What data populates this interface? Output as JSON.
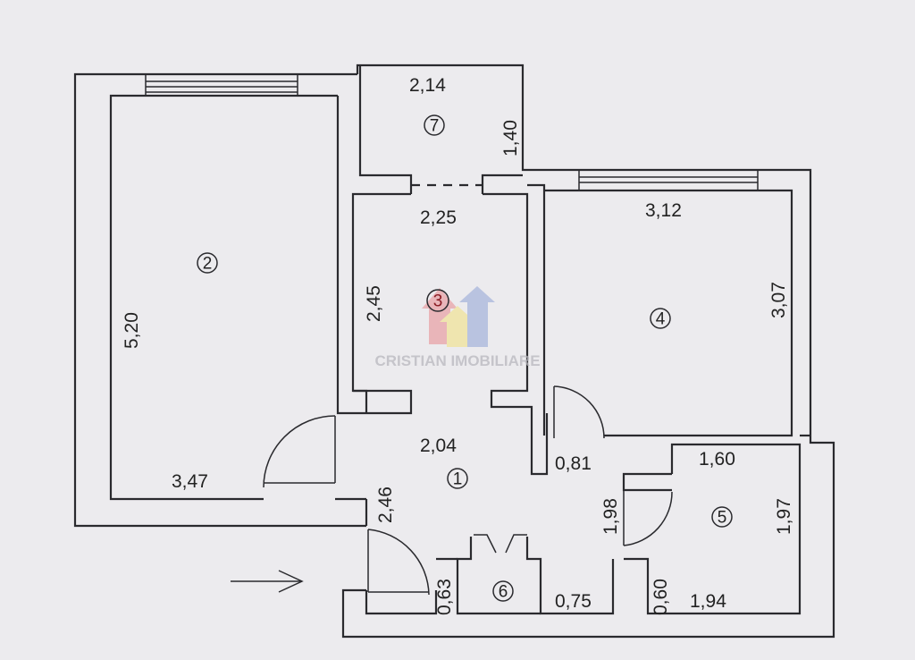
{
  "plan": {
    "rooms": [
      {
        "number": "1",
        "dims": [
          "2,04",
          "2,46"
        ]
      },
      {
        "number": "2",
        "dims": [
          "5,20",
          "3,47"
        ]
      },
      {
        "number": "3",
        "dims": [
          "2,25",
          "2,45"
        ]
      },
      {
        "number": "4",
        "dims": [
          "3,12",
          "3,07"
        ]
      },
      {
        "number": "5",
        "dims": [
          "1,60",
          "1,97",
          "1,94",
          "0,60"
        ]
      },
      {
        "number": "6",
        "dims": [
          "0,63",
          "0,75"
        ]
      },
      {
        "number": "7",
        "dims": [
          "2,14",
          "1,40"
        ]
      }
    ],
    "extra_dims": [
      "0,81",
      "1,98"
    ],
    "entrance_icon": "arrow-right-icon"
  },
  "watermark": {
    "name": "CRISTIAN IMOBILIARE",
    "colors": [
      "#e9a3a8",
      "#f0e39a",
      "#a9b6dc"
    ]
  }
}
